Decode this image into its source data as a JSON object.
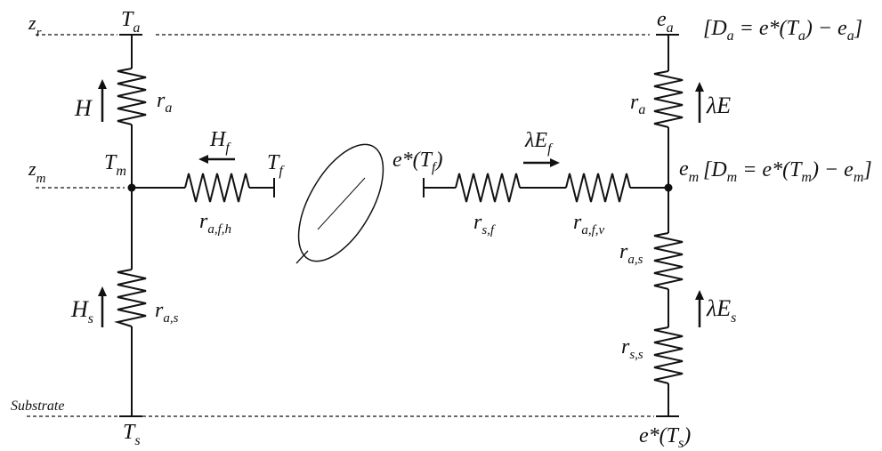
{
  "labels": {
    "z_r": "z",
    "z_r_sub": "r",
    "z_m": "z",
    "z_m_sub": "m",
    "substrate": "Substrate",
    "T_a": "T",
    "T_a_sub": "a",
    "T_m": "T",
    "T_m_sub": "m",
    "T_s": "T",
    "T_s_sub": "s",
    "T_f": "T",
    "T_f_sub": "f",
    "H": "H",
    "H_f": "H",
    "H_f_sub": "f",
    "H_s": "H",
    "H_s_sub": "s",
    "r_a_left": "r",
    "r_a_left_sub": "a",
    "r_as_left": "r",
    "r_as_left_sub": "a,s",
    "r_afh": "r",
    "r_afh_sub": "a,f,h",
    "e_a": "e",
    "e_a_sub": "a",
    "e_m": "e",
    "e_m_sub": "m",
    "r_a_right": "r",
    "r_a_right_sub": "a",
    "lambda_E": "λE",
    "e_star_Tf_pre": "e*(T",
    "e_star_Tf_sub": "f",
    "e_star_Tf_post": ")",
    "r_sf": "r",
    "r_sf_sub": "s,f",
    "lambda_Ef": "λE",
    "lambda_Ef_sub": "f",
    "r_afv": "r",
    "r_afv_sub": "a,f,v",
    "r_as_right": "r",
    "r_as_right_sub": "a,s",
    "lambda_Es": "λE",
    "lambda_Es_sub": "s",
    "r_ss": "r",
    "r_ss_sub": "s,s",
    "e_star_Ts_pre": "e*(T",
    "e_star_Ts_sub": "s",
    "e_star_Ts_post": ")",
    "Da_eq": "[D",
    "Da_sub": "a",
    "Da_rhs_pre": " = e*(T",
    "Da_rhs_sub": "a",
    "Da_rhs_mid": ") − e",
    "Da_rhs_sub2": "a",
    "Da_close": "]",
    "Dm_eq": "[D",
    "Dm_sub": "m",
    "Dm_rhs_pre": " = e*(T",
    "Dm_rhs_sub": "m",
    "Dm_rhs_mid": ") − e",
    "Dm_rhs_sub2": "m",
    "Dm_close": "]"
  }
}
